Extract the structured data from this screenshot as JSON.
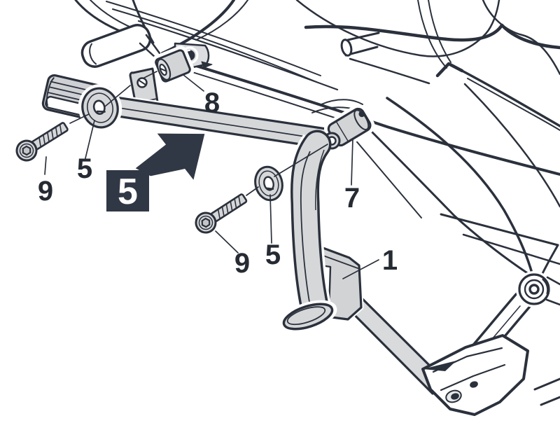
{
  "diagram": {
    "kind": "assembly-instruction-step",
    "subject": "motorcycle side-case bracket installation drawing",
    "step_badge": {
      "number": "5"
    },
    "callouts": [
      {
        "part": "socket-bolt-left",
        "label": "9"
      },
      {
        "part": "footpeg-washer-left",
        "label": "5"
      },
      {
        "part": "cylindrical-spacer",
        "label": "8"
      },
      {
        "part": "socket-bolt-middle",
        "label": "9"
      },
      {
        "part": "washer-middle",
        "label": "5"
      },
      {
        "part": "mount-bushing",
        "label": "7"
      },
      {
        "part": "bracket-plate",
        "label": "1"
      }
    ],
    "direction_arrow": {
      "name": "mount-direction-arrow",
      "points": "up-right"
    },
    "colors": {
      "background": "#ffffff",
      "line": "#2b313c",
      "part_fill": "#d6d7d9",
      "part_fill_dark": "#cfd0d3",
      "badge_bg": "#313845",
      "badge_text": "#ffffff",
      "arrow": "#313845"
    }
  }
}
